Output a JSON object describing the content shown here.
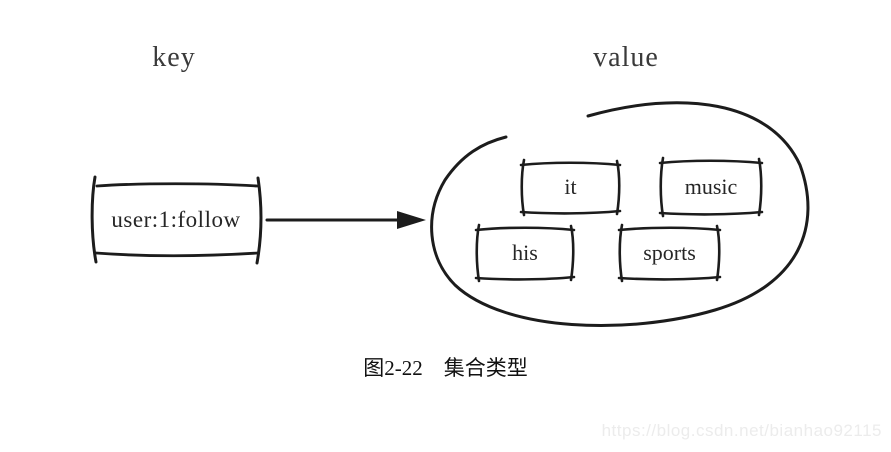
{
  "diagram": {
    "key_label": "key",
    "value_label": "value",
    "key_box_text": "user:1:follow",
    "set_members": [
      "it",
      "music",
      "his",
      "sports"
    ],
    "caption": "图2-22　集合类型",
    "watermark": "https://blog.csdn.net/bianhao92115",
    "colors": {
      "ink": "#1c1c1c",
      "label_text": "#3a3a3a",
      "watermark_text": "#ececec",
      "background": "#ffffff"
    }
  }
}
